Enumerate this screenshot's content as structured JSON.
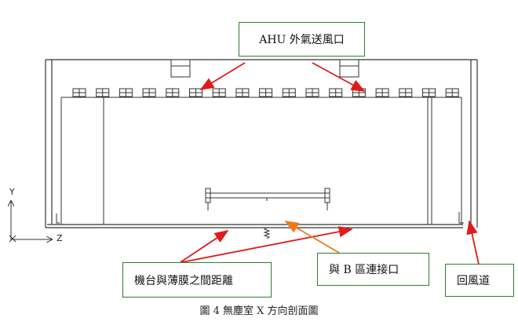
{
  "labels": {
    "ahu": "AHU 外氣送風口",
    "gap": "機台與薄膜之間距離",
    "connection": "與 B 區連接口",
    "return_air": "回風道"
  },
  "axes": {
    "y": "Y",
    "z": "Z"
  },
  "caption": "圖 4  無塵室 X 方向剖面圖",
  "colors": {
    "line": "#333333",
    "arrow_red": "#e01b1b",
    "arrow_orange": "#f07818",
    "box_border": "#2e7d32"
  }
}
